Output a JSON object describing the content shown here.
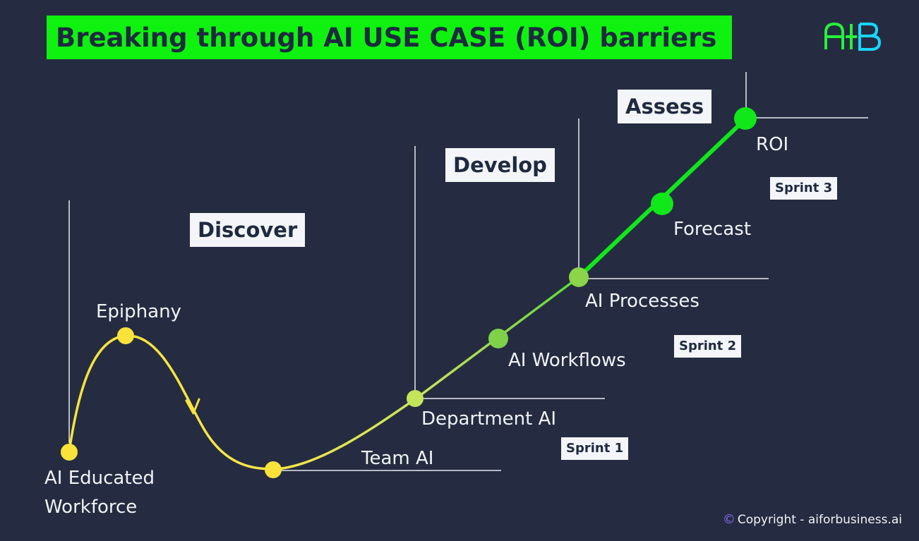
{
  "title": "Breaking through AI USE CASE (ROI) barriers",
  "logo": {
    "text": "AiB",
    "colors": {
      "left": "#27f03a",
      "right": "#19d6ff"
    }
  },
  "phases": [
    {
      "label": "Discover"
    },
    {
      "label": "Develop"
    },
    {
      "label": "Assess"
    }
  ],
  "sprints": [
    {
      "label": "Sprint 1"
    },
    {
      "label": "Sprint 2"
    },
    {
      "label": "Sprint 3"
    }
  ],
  "nodes": [
    {
      "label_lines": [
        "AI Educated",
        "Workforce"
      ],
      "color": "#f9e33b"
    },
    {
      "label": "Epiphany",
      "color": "#f9e33b"
    },
    {
      "label": "",
      "color": "#f9e33b"
    },
    {
      "label": "Team AI",
      "color": "#c4e45a"
    },
    {
      "label": "Department AI",
      "color": "#c4e45a"
    },
    {
      "label": "AI Workflows",
      "color": "#7fd14a"
    },
    {
      "label": "AI Processes",
      "color": "#8ad54a"
    },
    {
      "label": "Forecast",
      "color": "#10e81a"
    },
    {
      "label": "ROI",
      "color": "#10e81a"
    }
  ],
  "copyright": {
    "symbol": "©",
    "text": "Copyright - aiforbusiness.ai"
  },
  "colors": {
    "background": "#252c41",
    "title_bg": "#0ff20f",
    "dark_text": "#1f2a40",
    "curve_start": "#f9e33b",
    "curve_end": "#0ff20f",
    "guide_line": "#e6e9ef"
  }
}
